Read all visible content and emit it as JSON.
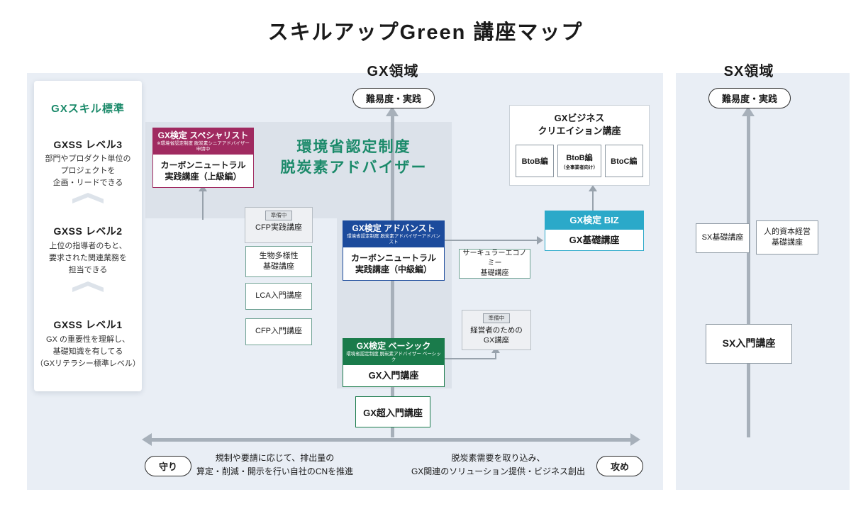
{
  "title": "スキルアップGreen 講座マップ",
  "colors": {
    "specialist": "#a02a60",
    "advanced": "#1c4b9c",
    "basic": "#1a7b4b",
    "biz": "#2ba9c9",
    "green_text": "#1b8a6a",
    "panel_bg": "#e9eef5",
    "band_bg": "#dce2ea"
  },
  "gx": {
    "region_label": "GX領域",
    "axis_label": "難易度・実践",
    "skill_panel": {
      "title": "GXスキル標準",
      "levels": [
        {
          "name": "GXSS レベル3",
          "desc": "部門やプロダクト単位の\nプロジェクトを\n企画・リードできる"
        },
        {
          "name": "GXSS レベル2",
          "desc": "上位の指導者のもと、\n要求された関連業務を\n担当できる"
        },
        {
          "name": "GXSS レベル1",
          "desc": "GX の重要性を理解し、\n基礎知識を有してる\n（GXリテラシー標準レベル）"
        }
      ]
    },
    "ministry_program": "環境省認定制度\n脱炭素アドバイザー",
    "specialist": {
      "header": "GX検定 スペシャリスト",
      "subheader": "※環境省認定制度 脱炭素シニアアドバイザー 申請中",
      "course": "カーボンニュートラル\n実践講座（上級編）"
    },
    "advanced": {
      "header": "GX検定 アドバンスト",
      "subheader": "環境省認定制度 脱炭素アドバイザーアドバンスト",
      "course": "カーボンニュートラル\n実践講座（中級編）"
    },
    "basic": {
      "header": "GX検定 ベーシック",
      "subheader": "環境省認定制度 脱炭素アドバイザー ベーシック",
      "course": "GX入門講座"
    },
    "biz": {
      "header": "GX検定 BIZ",
      "course": "GX基礎講座"
    },
    "business_creation": {
      "title": "GXビジネス\nクリエイション講座",
      "items": [
        {
          "label": "BtoB編",
          "note": ""
        },
        {
          "label": "BtoB編",
          "note": "（全事業者向け）"
        },
        {
          "label": "BtoC編",
          "note": ""
        }
      ]
    },
    "preparing_badge": "準備中",
    "courses": {
      "cfp_practice": "CFP実践講座",
      "biodiversity": "生物多様性\n基礎講座",
      "lca_intro": "LCA入門講座",
      "cfp_intro": "CFP入門講座",
      "circular_economy": "サーキュラーエコノミー\n基礎講座",
      "management_gx": "経営者のための\nGX講座",
      "gx_ultra_intro": "GX超入門講座"
    },
    "bottom": {
      "defense_pill": "守り",
      "defense_text": "規制や要請に応じて、排出量の\n算定・削減・開示を行い自社のCNを推進",
      "offense_text": "脱炭素需要を取り込み、\nGX関連のソリューション提供・ビジネス創出",
      "offense_pill": "攻め"
    }
  },
  "sx": {
    "region_label": "SX領域",
    "axis_label": "難易度・実践",
    "courses": {
      "sx_basic": "SX基礎講座",
      "human_capital": "人的資本経営\n基礎講座",
      "sx_intro": "SX入門講座"
    }
  }
}
